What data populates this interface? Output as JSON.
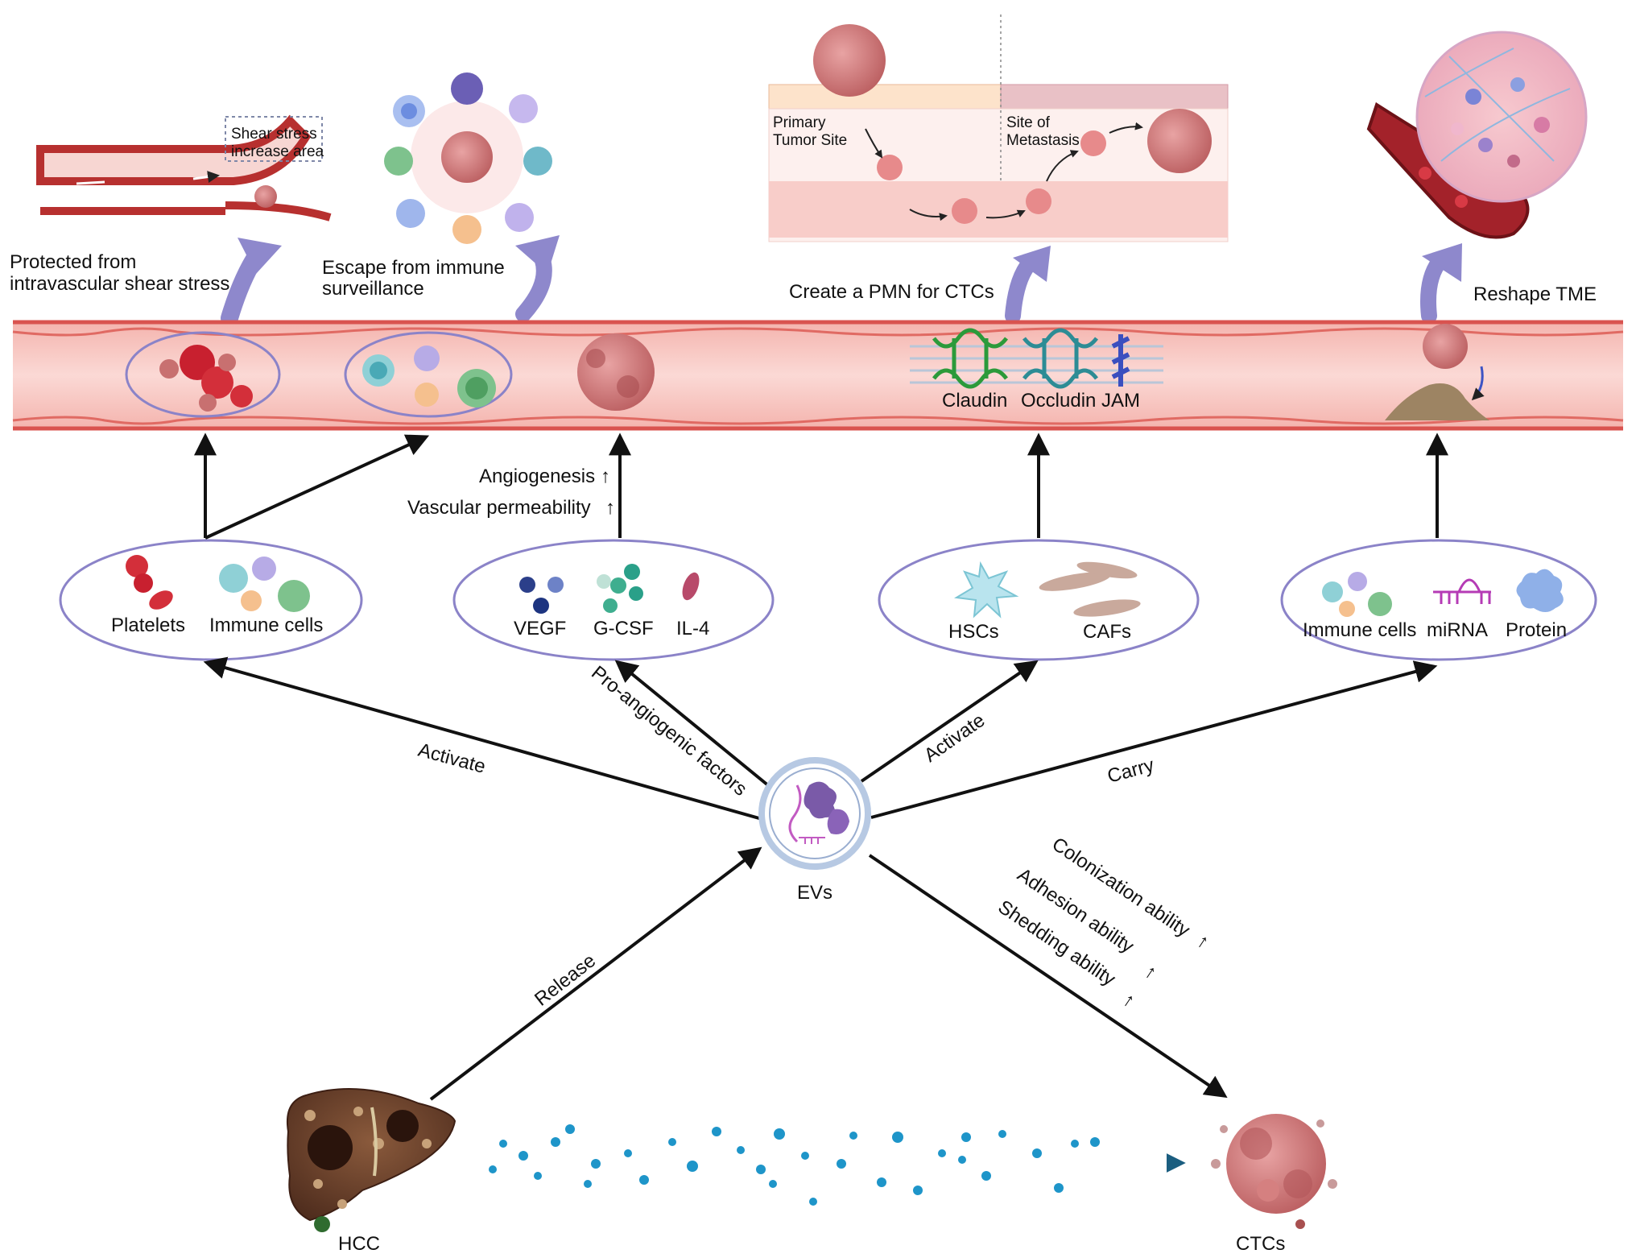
{
  "top_panels": {
    "shear": {
      "box_label_line1": "Shear stress",
      "box_label_line2": "increase area",
      "caption_line1": "Protected from",
      "caption_line2": "intravascular shear stress"
    },
    "immune": {
      "caption_line1": "Escape from immune",
      "caption_line2": "surveillance"
    },
    "pmn": {
      "primary_line1": "Primary",
      "primary_line2": "Tumor Site",
      "metastasis_line1": "Site of",
      "metastasis_line2": "Metastasis",
      "caption": "Create a PMN for CTCs"
    },
    "tme": {
      "caption": "Reshape TME"
    }
  },
  "vessel": {
    "junctions": [
      "Claudin",
      "Occludin",
      "JAM"
    ]
  },
  "mid_text": {
    "angiogenesis": "Angiogenesis",
    "permeability": "Vascular permeability",
    "up_arrow": "↑"
  },
  "ovals": {
    "o1": {
      "items": [
        "Platelets",
        "Immune cells"
      ]
    },
    "o2": {
      "items": [
        "VEGF",
        "G-CSF",
        "IL-4"
      ]
    },
    "o3": {
      "items": [
        "HSCs",
        "CAFs"
      ]
    },
    "o4": {
      "items": [
        "Immune cells",
        "miRNA",
        "Protein"
      ]
    }
  },
  "edges": {
    "activate_left": "Activate",
    "pro_angiogenic": "Pro-angiogenic factors",
    "activate_right": "Activate",
    "carry": "Carry",
    "release": "Release",
    "colonization": "Colonization ability",
    "adhesion": "Adhesion ability",
    "shedding": "Shedding ability"
  },
  "nodes": {
    "evs": "EVs",
    "hcc": "HCC",
    "ctcs": "CTCs"
  },
  "colors": {
    "vessel_fill": "#f8c9c5",
    "vessel_wall": "#d9534f",
    "oval_stroke": "#8b83c8",
    "curved_arrow": "#8e88cc",
    "tumor": "#c96b6b",
    "ev_dot": "#1e95c9"
  },
  "icons": [
    "vessel-icon",
    "tumor-cell-icon",
    "immune-cell-icon",
    "platelet-icon",
    "liver-icon",
    "extracellular-vesicle-icon",
    "hsc-icon",
    "caf-icon",
    "mirna-icon",
    "protein-icon"
  ]
}
